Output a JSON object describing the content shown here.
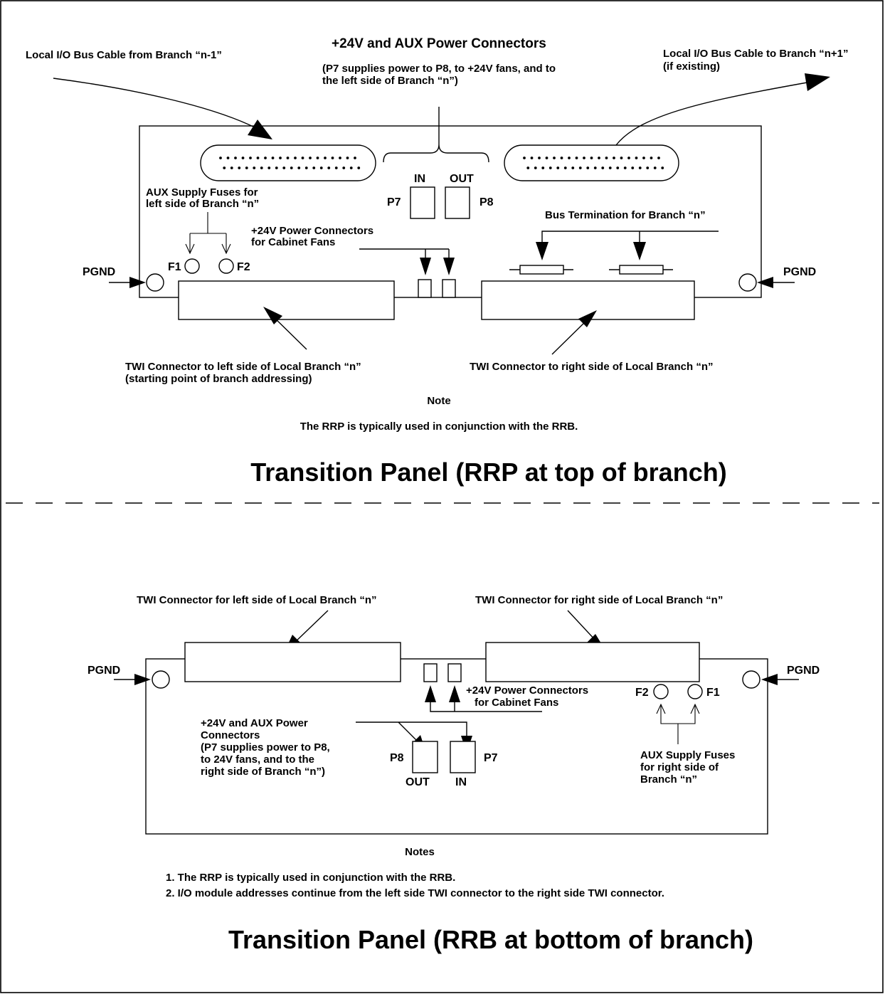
{
  "top_panel": {
    "title": "Transition Panel (RRP at top of branch)",
    "cable_in_label": "Local I/O Bus Cable from Branch “n-1”",
    "power_heading": "+24V and AUX Power Connectors",
    "power_note_1": "(P7 supplies power to P8, to +24V fans, and to",
    "power_note_2": "the left side of Branch “n”)",
    "cable_out_label_1": "Local I/O Bus Cable to Branch “n+1”",
    "cable_out_label_2": "(if existing)",
    "in_label": "IN",
    "out_label": "OUT",
    "p7_label": "P7",
    "p8_label": "P8",
    "fuses_label_1": "AUX Supply Fuses for",
    "fuses_label_2": "left side of Branch “n”",
    "fan_label_1": "+24V Power Connectors",
    "fan_label_2": "for Cabinet Fans",
    "termination_label": "Bus Termination for Branch “n”",
    "f1_label": "F1",
    "f2_label": "F2",
    "pgnd_left": "PGND",
    "pgnd_right": "PGND",
    "twi_left_label_1": "TWI Connector to left side of Local Branch “n”",
    "twi_left_label_2": "(starting point of branch addressing)",
    "twi_right_label": "TWI Connector to right side of Local Branch “n”",
    "note_heading": "Note",
    "note_text": "The RRP is typically used in conjunction with the RRB."
  },
  "bottom_panel": {
    "title": "Transition Panel (RRB at bottom of branch)",
    "twi_left_label": "TWI Connector for left side of Local Branch “n”",
    "twi_right_label": "TWI Connector for right side of Local Branch “n”",
    "pgnd_left": "PGND",
    "pgnd_right": "PGND",
    "fan_label_1": "+24V Power Connectors",
    "fan_label_2": "for Cabinet Fans",
    "f2_label": "F2",
    "f1_label": "F1",
    "power_label_1": "+24V and AUX Power",
    "power_label_2": "Connectors",
    "power_label_3": "(P7 supplies power to P8,",
    "power_label_4": "to 24V fans, and to the",
    "power_label_5": "right side of Branch “n”)",
    "p8_label": "P8",
    "p7_label": "P7",
    "out_label": "OUT",
    "in_label": "IN",
    "fuses_label_1": "AUX Supply Fuses",
    "fuses_label_2": "for right side of",
    "fuses_label_3": "Branch “n”",
    "notes_heading": "Notes",
    "note_1": "1. The RRP is typically used in conjunction with the RRB.",
    "note_2": "2. I/O module addresses continue from the left side TWI connector to the right side TWI connector."
  }
}
